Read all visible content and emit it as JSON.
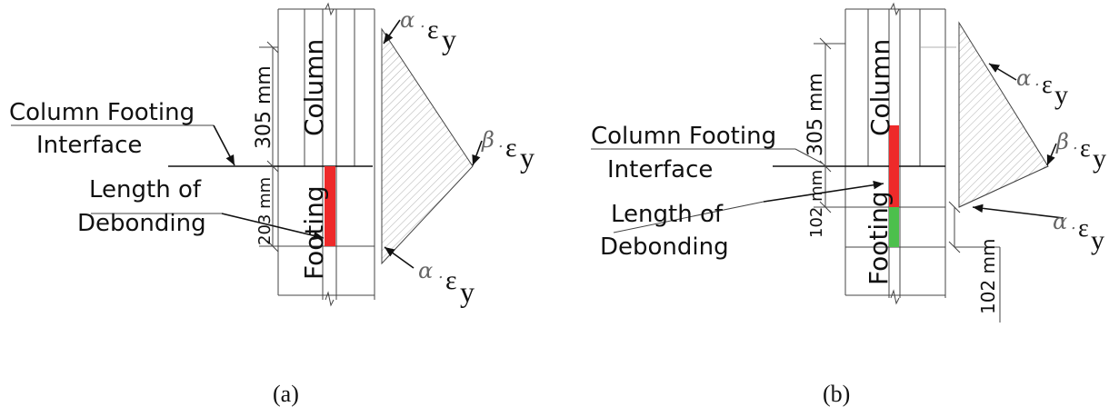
{
  "panel_a": {
    "interface_label_1": "Column Footing",
    "interface_label_2": "Interface",
    "column_label": "Column",
    "footing_label": "Footing",
    "debond_label_1": "Length of",
    "debond_label_2": "Debonding",
    "dim_upper": "305 mm",
    "dim_lower": "203 mm",
    "strain_top_coef": "α",
    "strain_mid_coef": "β",
    "strain_bottom_coef": "α",
    "strain_symbol": "ε",
    "strain_subscript": "y",
    "caption": "(a)"
  },
  "panel_b": {
    "interface_label_1": "Column Footing",
    "interface_label_2": "Interface",
    "column_label": "Column",
    "footing_label": "Footing",
    "debond_label_1": "Length of",
    "debond_label_2": "Debonding",
    "dim_upper": "305 mm",
    "dim_lower": "102 mm",
    "dim_right": "102 mm",
    "strain_top_coef": "α",
    "strain_mid_coef": "β",
    "strain_bottom_coef": "α",
    "strain_symbol": "ε",
    "strain_subscript": "y",
    "caption": "(b)"
  },
  "colors": {
    "debond_red": "#ee2a2a",
    "debond_green": "#4cc04c",
    "hatch": "#888888"
  }
}
